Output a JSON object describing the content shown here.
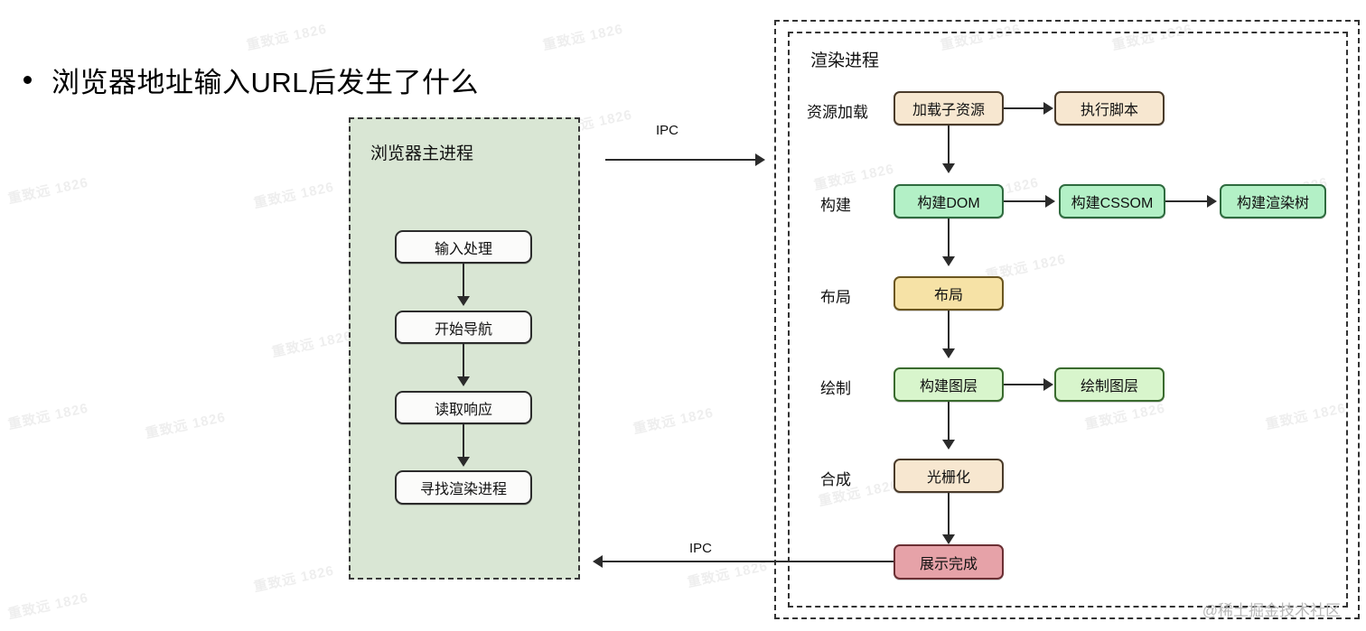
{
  "heading": {
    "bullet_text": "浏览器地址输入URL后发生了什么"
  },
  "browser_panel": {
    "title": "浏览器主进程",
    "nodes": [
      {
        "label": "输入处理"
      },
      {
        "label": "开始导航"
      },
      {
        "label": "读取响应"
      },
      {
        "label": "寻找渲染进程"
      }
    ]
  },
  "render_panel": {
    "title": "渲染进程",
    "rows": [
      {
        "label": "资源加载",
        "nodes": [
          {
            "label": "加载子资源"
          },
          {
            "label": "执行脚本"
          }
        ]
      },
      {
        "label": "构建",
        "nodes": [
          {
            "label": "构建DOM"
          },
          {
            "label": "构建CSSOM"
          },
          {
            "label": "构建渲染树"
          }
        ]
      },
      {
        "label": "布局",
        "nodes": [
          {
            "label": "布局"
          }
        ]
      },
      {
        "label": "绘制",
        "nodes": [
          {
            "label": "构建图层"
          },
          {
            "label": "绘制图层"
          }
        ]
      },
      {
        "label": "合成",
        "nodes": [
          {
            "label": "光栅化"
          },
          {
            "label": "展示完成"
          }
        ]
      }
    ]
  },
  "ipc": {
    "top_label": "IPC",
    "bottom_label": "IPC"
  },
  "credit": "@稀土掘金技术社区",
  "watermark_text": "重致远 1826",
  "colors": {
    "panel_green": "#d9e6d4",
    "beige": "#f7e7d0",
    "mint": "#b3f0c6",
    "pale_green": "#d8f5cc",
    "gold": "#f6e2a6",
    "rose": "#e6a2a8",
    "line": "#2b2b2b",
    "credit": "#b9b9b9"
  }
}
